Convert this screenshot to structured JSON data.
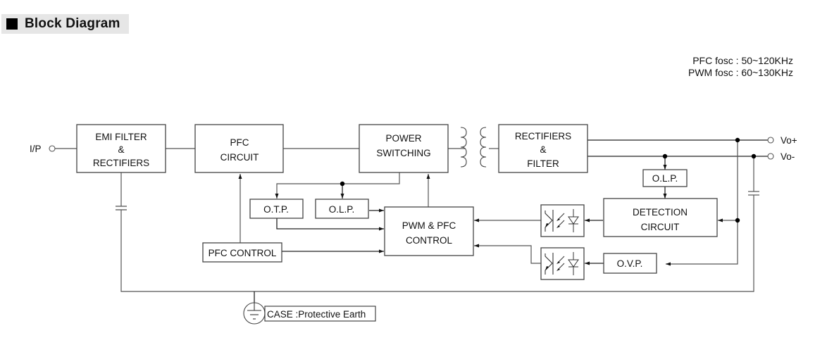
{
  "section": {
    "title": "Block Diagram"
  },
  "frequencies": {
    "pfc": "PFC fosc : 50~120KHz",
    "pwm": "PWM fosc : 60~130KHz"
  },
  "terminals": {
    "input": "I/P",
    "vo_plus": "Vo+",
    "vo_minus": "Vo-"
  },
  "blocks": {
    "emi": {
      "line1": "EMI FILTER",
      "line2": "&",
      "line3": "RECTIFIERS"
    },
    "pfc": {
      "line1": "PFC",
      "line2": "CIRCUIT"
    },
    "power_switching": {
      "line1": "POWER",
      "line2": "SWITCHING"
    },
    "rectifiers_filter": {
      "line1": "RECTIFIERS",
      "line2": "&",
      "line3": "FILTER"
    },
    "olp_out": "O.L.P.",
    "otp": "O.T.P.",
    "olp": "O.L.P.",
    "pwm_pfc": {
      "line1": "PWM & PFC",
      "line2": "CONTROL"
    },
    "detection": {
      "line1": "DETECTION",
      "line2": "CIRCUIT"
    },
    "ovp": "O.V.P.",
    "pfc_control": "PFC CONTROL"
  },
  "ground": {
    "label": "CASE :Protective Earth"
  }
}
